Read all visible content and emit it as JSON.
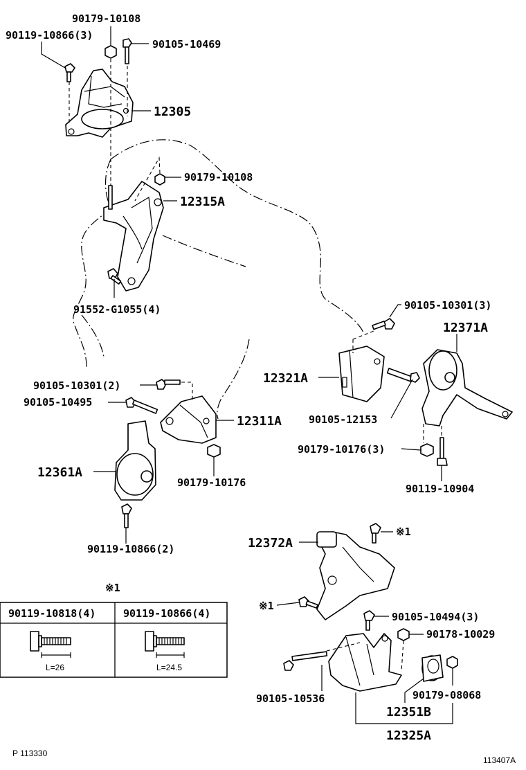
{
  "labels": {
    "p_90179_10108_top": "90179-10108",
    "p_90119_10866_3": "90119-10866(3)",
    "p_90105_10469": "90105-10469",
    "p_12305": "12305",
    "p_90179_10108_mid": "90179-10108",
    "p_12315A": "12315A",
    "p_91552_G1055_4": "91552-G1055(4)",
    "p_90105_10301_3": "90105-10301(3)",
    "p_12371A": "12371A",
    "p_12321A": "12321A",
    "p_90105_10301_2": "90105-10301(2)",
    "p_90105_10495": "90105-10495",
    "p_12311A": "12311A",
    "p_90105_12153": "90105-12153",
    "p_90179_10176_3": "90179-10176(3)",
    "p_12361A": "12361A",
    "p_90179_10176": "90179-10176",
    "p_90119_10904": "90119-10904",
    "p_90119_10866_2": "90119-10866(2)",
    "p_12372A": "12372A",
    "p_mark1_right": "※1",
    "p_mark1_left": "※1",
    "p_90105_10494_3": "90105-10494(3)",
    "p_90178_10029": "90178-10029",
    "p_90105_10536": "90105-10536",
    "p_90179_08068": "90179-08068",
    "p_12351B": "12351B",
    "p_12325A": "12325A"
  },
  "table": {
    "mark": "※1",
    "col1_header": "90119-10818(4)",
    "col2_header": "90119-10866(4)",
    "col1_length": "L=26",
    "col2_length": "L=24.5"
  },
  "footer": {
    "left_code": "P 113330",
    "right_code": "113407A"
  }
}
